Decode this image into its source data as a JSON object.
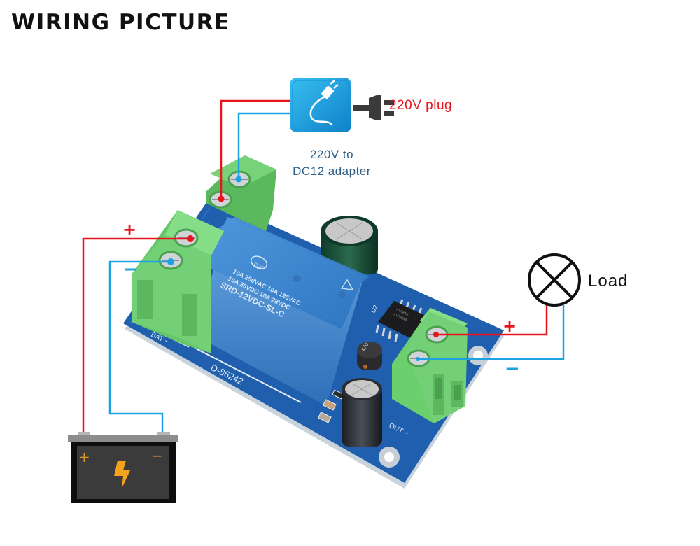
{
  "title": "WIRING PICTURE",
  "labels": {
    "plug": "220V plug",
    "adapter_line1": "220V to",
    "adapter_line2": "DC12 adapter",
    "load": "Load"
  },
  "signs": {
    "bat_plus": "+",
    "bat_minus": "−",
    "load_plus": "+",
    "load_minus": "−",
    "battery_plus": "+",
    "battery_minus": "−"
  },
  "board": {
    "relay_brand": "CQC",
    "relay_line1": "10A 250VAC  10A 125VAC",
    "relay_line2": "10A 30VDC  10A 28VDC",
    "relay_model": "SRD-12VDC-SL-C",
    "pcb_code": "D-86242",
    "bat_silk": "BAT −",
    "out_silk": "OUT −",
    "ic_label": "U2",
    "ic_marking1": "XLSEMI",
    "ic_marking2": "XL7005A",
    "inductor_marking": "470"
  },
  "colors": {
    "positive_wire": "#e8141b",
    "negative_wire": "#1aa3e0",
    "pcb": "#1f5fae",
    "terminal": "#6ccf6e",
    "relay": "#3e86cf",
    "adapter": "#1e9fe0",
    "battery_bolt": "#f5a31f"
  }
}
